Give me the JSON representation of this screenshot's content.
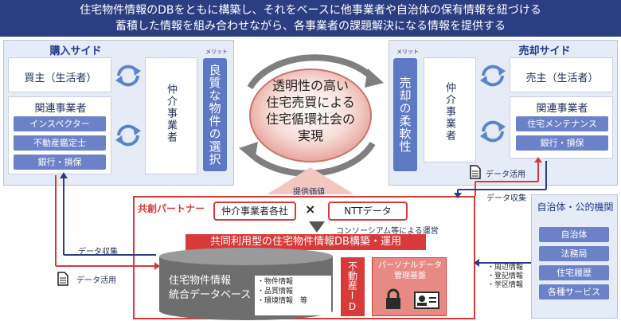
{
  "header": {
    "line1": "住宅物件情報のDBをともに構築し、それをベースに他事業者や自治体の保有情報を紐づける",
    "line2": "蓄積した情報を組み合わせながら、各事業者の課題解決になる情報を提供する"
  },
  "buy_side": {
    "title": "購入サイド",
    "buyer": "買主（生活者）",
    "related_title": "関連事業者",
    "related_items": [
      "インスペクター",
      "不動産鑑定士",
      "銀行・損保"
    ],
    "broker": "仲介事業者",
    "merit_label": "メリット",
    "merit": "良質な物件の選択"
  },
  "sell_side": {
    "title": "売却サイド",
    "seller": "売主（生活者）",
    "related_title": "関連事業者",
    "related_items": [
      "住宅メンテナンス",
      "銀行・損保"
    ],
    "broker": "仲介事業者",
    "merit_label": "メリット",
    "merit": "売却の柔軟性"
  },
  "center": {
    "line1": "透明性の高い",
    "line2": "住宅売買による",
    "line3": "住宅循環社会の",
    "line4": "実現"
  },
  "flows": {
    "value_provided": "提供価値",
    "data_use": "データ活用",
    "data_collect": "データ収集"
  },
  "partner": {
    "title": "共創パートナー",
    "brokers": "仲介事業者各社",
    "times": "×",
    "ntt": "NTTデータ",
    "consortium": "コンソーシアム等による運営",
    "db_banner": "共同利用型の住宅物件情報DB構築・運用",
    "db_name_1": "住宅物件情報",
    "db_name_2": "統合データベース",
    "db_items": [
      "・物件情報",
      "・品質情報",
      "・環境情報　等"
    ],
    "realty_id": "不動産ID",
    "personal_1": "パーソナルデータ",
    "personal_2": "管理基盤"
  },
  "gov": {
    "title": "自治体・公的機関",
    "items": [
      "自治体",
      "法務局",
      "住宅履歴",
      "各種サービス"
    ],
    "info": [
      "・周辺情報",
      "・登記情報",
      "・学区情報"
    ]
  }
}
